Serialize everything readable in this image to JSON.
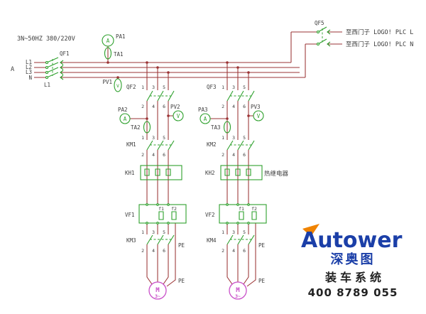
{
  "colors": {
    "wire": "#9a3334",
    "component": "#2da02c",
    "motor": "#c94fc9",
    "label": "#3b3b3b",
    "muted": "#6a6a6a",
    "logo_blue": "#1b3fa8",
    "logo_orange": "#f08300",
    "text_dark": "#222222"
  },
  "header": {
    "supply": "3N~50HZ 380/220V",
    "bus_mark": "A",
    "phases": [
      "L1",
      "L2",
      "L3",
      "N"
    ]
  },
  "main_breaker": {
    "label": "QF1",
    "reactor": "L1"
  },
  "metering": {
    "ammeter": "PA1",
    "ct": "TA1",
    "voltmeter": "PV1",
    "a_symbol": "A",
    "v_symbol": "V"
  },
  "plc_feed": {
    "breaker": "QF5",
    "line_l": "至西门子 LOGO! PLC L",
    "line_n": "至西门子 LOGO! PLC N"
  },
  "terminals": {
    "top": [
      "1",
      "3",
      "5"
    ],
    "bottom": [
      "2",
      "4",
      "6"
    ]
  },
  "branch1": {
    "breaker": "QF2",
    "ammeter": "PA2",
    "ct": "TA2",
    "voltmeter": "PV2",
    "contactor": "KM1",
    "thermal_relay": "KH1",
    "vfd": "VF1",
    "fuse1": "f1",
    "fuse2": "f2",
    "output_contactor": "KM3",
    "pe": "PE",
    "pe_motor": "PE",
    "motor": "M",
    "motor_type": "3~"
  },
  "branch2": {
    "breaker": "QF3",
    "ammeter": "PA3",
    "ct": "TA3",
    "voltmeter": "PV3",
    "contactor": "KM2",
    "thermal_relay": "KH2",
    "thermal_note": "热继电器",
    "vfd": "VF2",
    "fuse1": "f1",
    "fuse2": "f2",
    "output_contactor": "KM4",
    "pe": "PE",
    "pe_motor": "PE",
    "motor": "M",
    "motor_type": "3~"
  },
  "logo": {
    "brand": "Autower",
    "brand_cn": "深奥图",
    "product": "装车系统",
    "phone": "400 8789 055"
  }
}
